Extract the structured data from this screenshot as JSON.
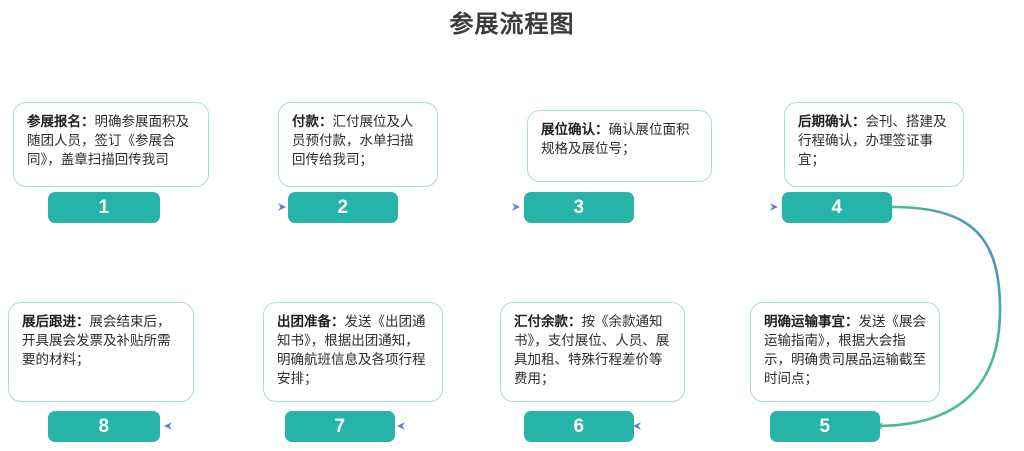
{
  "page": {
    "title": "参展流程图",
    "background_color": "#ffffff",
    "title_color": "#3b3b3b"
  },
  "theme": {
    "badge_color": "#26b3a8",
    "badge_text_color": "#ffffff",
    "box_border_color": "#a8dcdb",
    "box_text_color": "#2d2d2d",
    "arrow_gradient_start": "#3dbf7e",
    "arrow_gradient_end": "#5b7fd4"
  },
  "flow": {
    "steps": [
      {
        "number": "1",
        "heading": "参展报名：",
        "body": "明确参展面积及随团人员，签订《参展合同》，盖章扫描回传我司",
        "full": "参展报名：明确参展面积及随团人员，签订《参展合同》，盖章扫描回传我司"
      },
      {
        "number": "2",
        "heading": "付款：",
        "body": "汇付展位及人员预付款，水单扫描回传给我司；",
        "full": "付款：汇付展位及人员预付款，水单扫描回传给我司；"
      },
      {
        "number": "3",
        "heading": "展位确认：",
        "body": "确认展位面积规格及展位号；",
        "full": "展位确认：确认展位面积规格及展位号；"
      },
      {
        "number": "4",
        "heading": "后期确认：",
        "body": "会刊、搭建及行程确认，办理签证事宜；",
        "full": "后期确认：会刊、搭建及行程确认，办理签证事宜；"
      },
      {
        "number": "5",
        "heading": "明确运输事宜：",
        "body": "发送《展会运输指南》，根据大会指示，明确贵司展品运输截至时间点；",
        "full": "明确运输事宜：发送《展会运输指南》，根据大会指示，明确贵司展品运输截至时间点；"
      },
      {
        "number": "6",
        "heading": "汇付余款：",
        "body": "按《余款通知书》，支付展位、人员、展具加租、特殊行程差价等费用；",
        "full": "汇付余款：按《余款通知书》，支付展位、人员、展具加租、特殊行程差价等费用；"
      },
      {
        "number": "7",
        "heading": "出团准备：",
        "body": "发送《出团通知书》，根据出团通知，明确航班信息及各项行程安排；",
        "full": "出团准备：发送《出团通知书》，根据出团通知，明确航班信息及各项行程安排；"
      },
      {
        "number": "8",
        "heading": "展后跟进：",
        "body": "展会结束后，开具展会发票及补贴所需要的材料；",
        "full": "展后跟进：展会结束后，开具展会发票及补贴所需要的材料；"
      }
    ],
    "connectors": [
      {
        "from": "1",
        "to": "2",
        "direction": "right"
      },
      {
        "from": "2",
        "to": "3",
        "direction": "right"
      },
      {
        "from": "3",
        "to": "4",
        "direction": "right"
      },
      {
        "from": "4",
        "to": "5",
        "direction": "curve-down"
      },
      {
        "from": "5",
        "to": "6",
        "direction": "left"
      },
      {
        "from": "6",
        "to": "7",
        "direction": "left"
      },
      {
        "from": "7",
        "to": "8",
        "direction": "left"
      }
    ]
  }
}
